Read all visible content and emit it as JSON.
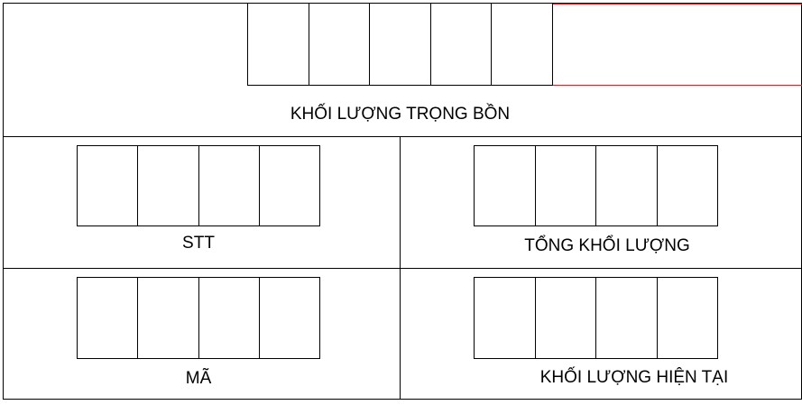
{
  "accent_color": "#e02020",
  "tank_weight": {
    "label": "KHỐI LƯỢNG TRỌNG BỒN",
    "digits": [
      "",
      "",
      "",
      "",
      ""
    ]
  },
  "stt": {
    "label": "STT",
    "digits": [
      "",
      "",
      "",
      ""
    ]
  },
  "total_weight": {
    "label": "TỔNG KHỔI LƯỢNG",
    "digits": [
      "",
      "",
      "",
      ""
    ]
  },
  "code": {
    "label": "MÃ",
    "digits": [
      "",
      "",
      "",
      ""
    ]
  },
  "current_weight": {
    "label": "KHỐI LƯỢNG HIỆN TẠI",
    "digits": [
      "",
      "",
      "",
      ""
    ]
  }
}
